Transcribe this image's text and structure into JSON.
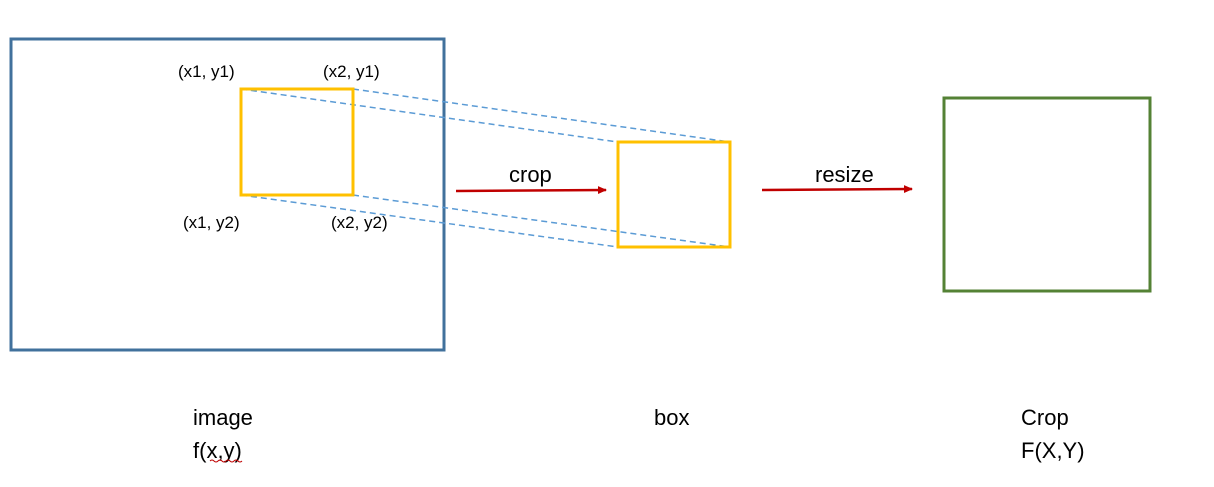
{
  "colors": {
    "image_border": "#41719c",
    "box_border": "#ffc000",
    "crop_border": "#548235",
    "dashed_line": "#5b9bd5",
    "arrow": "#c00000",
    "text": "#000000"
  },
  "corners": {
    "top_left": "(x1, y1)",
    "top_right": "(x2, y1)",
    "bottom_left": "(x1, y2)",
    "bottom_right": "(x2, y2)"
  },
  "arrows": {
    "crop_label": "crop",
    "resize_label": "resize"
  },
  "captions": {
    "image_title": "image",
    "image_function": "f(x,y)",
    "box_title": "box",
    "crop_title": "Crop",
    "crop_function": "F(X,Y)"
  }
}
